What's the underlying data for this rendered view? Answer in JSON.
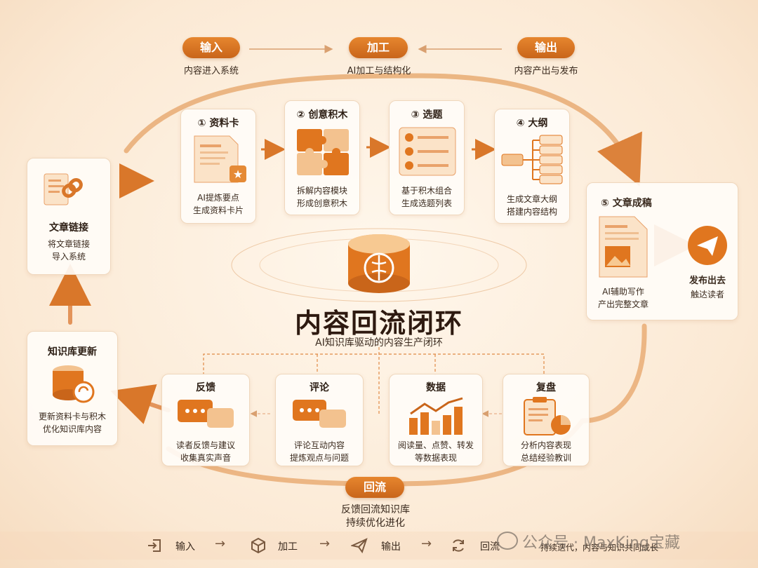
{
  "top": {
    "input": {
      "label": "输入",
      "sub": "内容进入系统"
    },
    "process": {
      "label": "加工",
      "sub": "AI加工与结构化"
    },
    "output": {
      "label": "输出",
      "sub": "内容产出与发布"
    }
  },
  "source": {
    "title": "文章链接",
    "desc": "将文章链接\n导入系统"
  },
  "steps": [
    {
      "title": "① 资料卡",
      "desc": "AI提炼要点\n生成资料卡片"
    },
    {
      "title": "② 创意积木",
      "desc": "拆解内容模块\n形成创意积木"
    },
    {
      "title": "③ 选题",
      "desc": "基于积木组合\n生成选题列表"
    },
    {
      "title": "④ 大纲",
      "desc": "生成文章大纲\n搭建内容结构"
    }
  ],
  "draft": {
    "title": "⑤ 文章成稿",
    "desc": "AI辅助写作\n产出完整文章",
    "publish_title": "发布出去",
    "publish_desc": "触达读者"
  },
  "center": {
    "title": "内容回流闭环",
    "subtitle": "AI知识库驱动的内容生产闭环"
  },
  "kb": {
    "title": "知识库更新",
    "desc": "更新资料卡与积木\n优化知识库内容"
  },
  "feedback": [
    {
      "title": "反馈",
      "desc": "读者反馈与建议\n收集真实声音"
    },
    {
      "title": "评论",
      "desc": "评论互动内容\n提炼观点与问题"
    },
    {
      "title": "数据",
      "desc": "阅读量、点赞、转发\n等数据表现"
    },
    {
      "title": "复盘",
      "desc": "分析内容表现\n总结经验教训"
    }
  ],
  "backflow": {
    "label": "回流",
    "sub1": "反馈回流知识库",
    "sub2": "持续优化进化"
  },
  "footer": {
    "input": "输入",
    "process": "加工",
    "output": "输出",
    "backflow": "回流",
    "tagline": "持续迭代，内容与知识共同成长",
    "watermark": "公众号 · MaxKing宝藏"
  },
  "colors": {
    "accent": "#d9772a",
    "accent_dark": "#c9651a",
    "accent_light": "#f4c592"
  }
}
